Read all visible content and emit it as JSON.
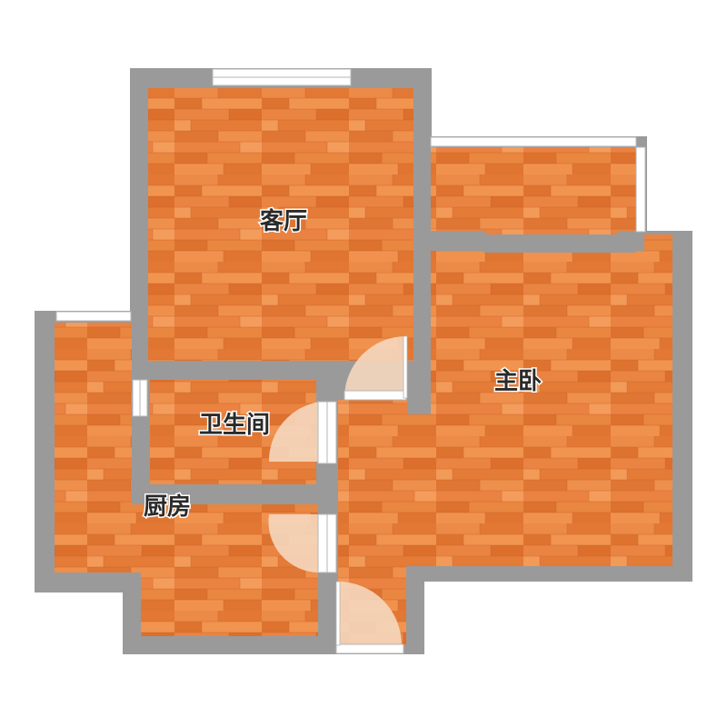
{
  "rooms": {
    "living_room": "客厅",
    "master_bedroom": "主卧",
    "bathroom": "卫生间",
    "kitchen": "厨房"
  },
  "colors": {
    "wall": "#9a9a9a",
    "floor": "#e8803f",
    "floor_dark": "#d86a2a",
    "floor_light": "#f3a062",
    "window": "#ffffff",
    "door_swing": "#f5d7be"
  }
}
